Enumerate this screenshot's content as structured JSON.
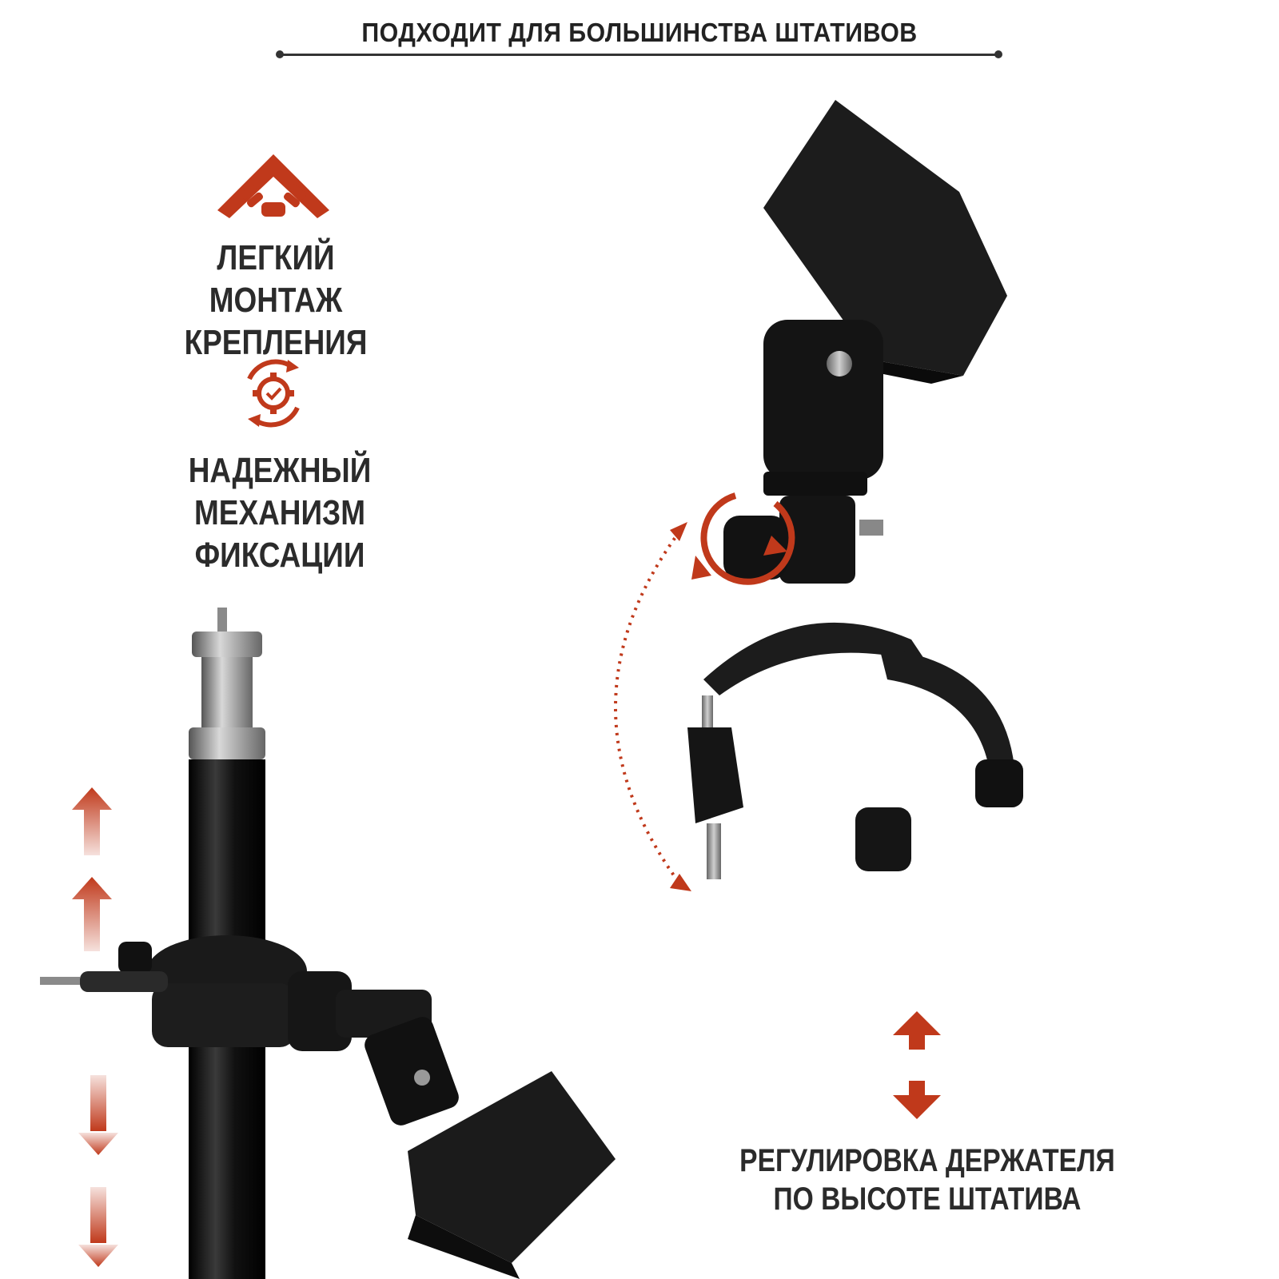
{
  "headline": "ПОДХОДИТ ДЛЯ БОЛЬШИНСТВА ШТАТИВОВ",
  "colors": {
    "accent": "#c0391b",
    "text": "#2b2b2b",
    "product": "#151515",
    "metal": "#9a9a9a"
  },
  "features": [
    {
      "icon": "hands-mounting-icon",
      "lines": [
        "ЛЕГКИЙ МОНТАЖ",
        "КРЕПЛЕНИЯ"
      ]
    },
    {
      "icon": "gear-rotation-icon",
      "lines": [
        "НАДЕЖНЫЙ",
        "МЕХАНИЗМ ФИКСАЦИИ"
      ]
    },
    {
      "icon": "vertical-double-arrow-icon",
      "lines": [
        "РЕГУЛИРОВКА ДЕРЖАТЕЛЯ",
        "ПО ВЫСОТЕ ШТАТИВА"
      ]
    }
  ]
}
